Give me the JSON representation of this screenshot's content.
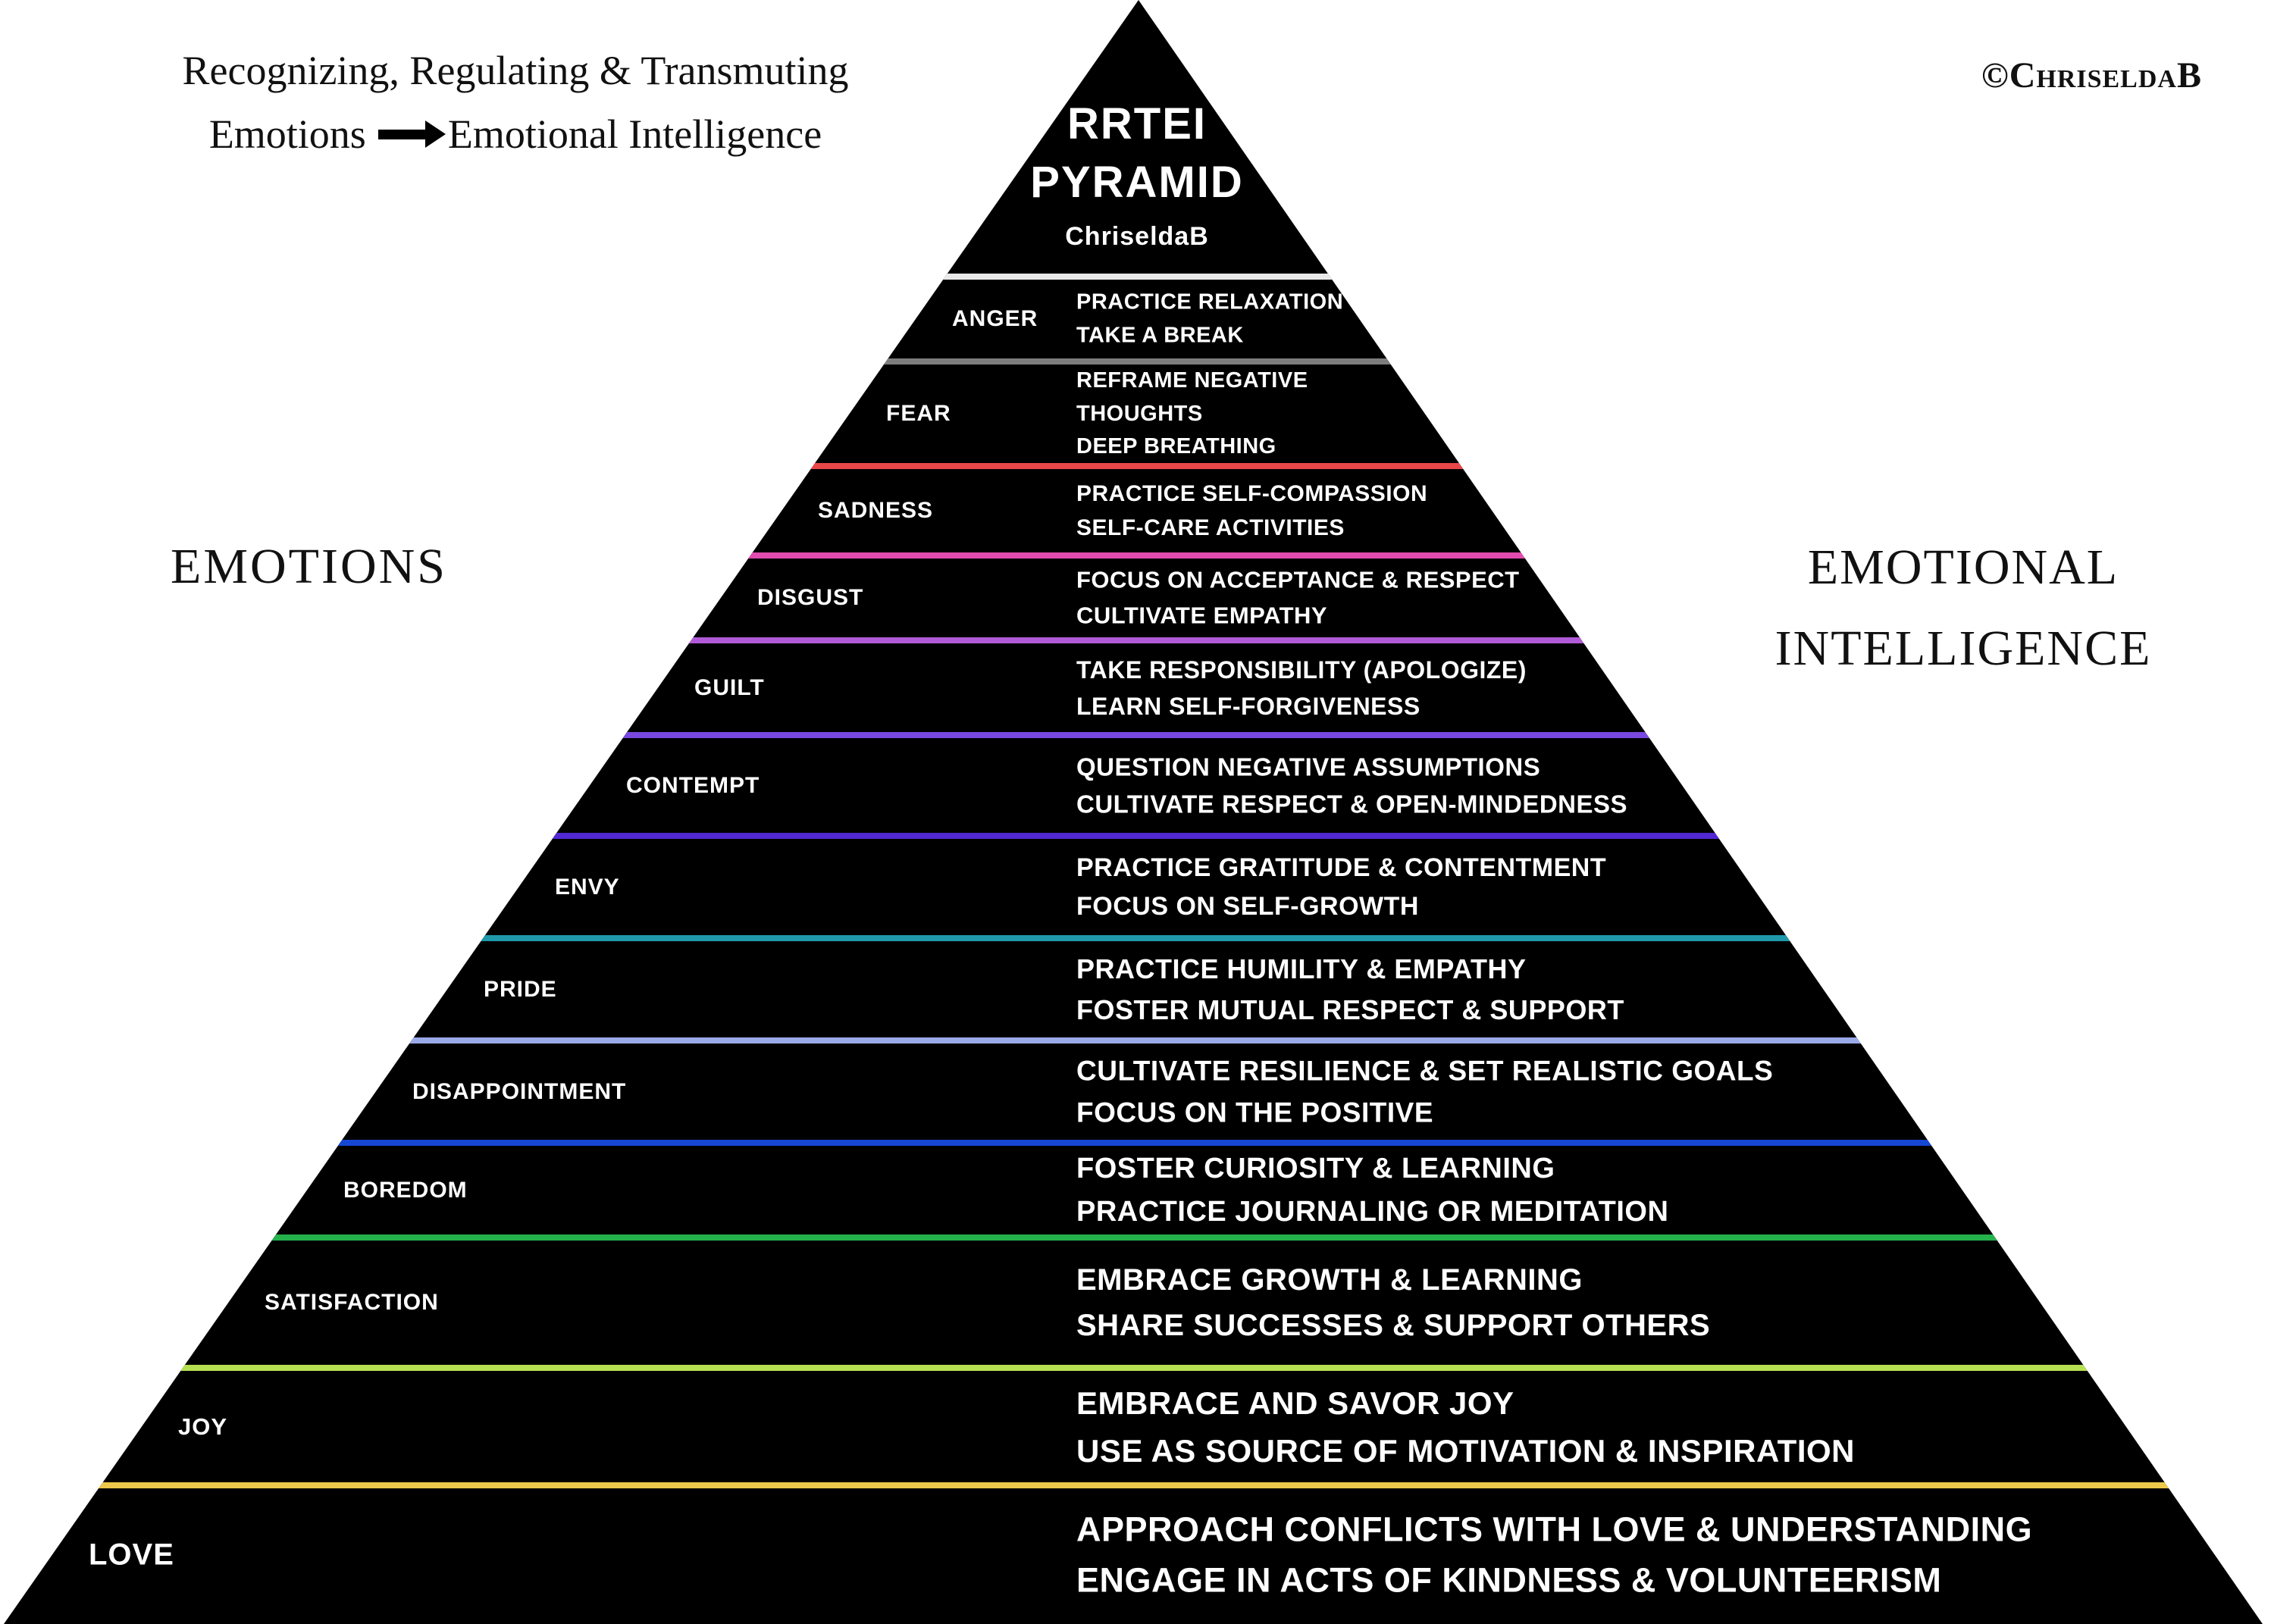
{
  "page": {
    "background": "#ffffff",
    "top_left_heading": {
      "line1": "Recognizing, Regulating & Transmuting",
      "line2_prefix": "Emotions",
      "arrow_icon": "right-arrow",
      "line2_suffix": "Emotional Intelligence"
    },
    "copyright": "©ChriseldaB",
    "left_axis_label": "EMOTIONS",
    "right_axis_label": {
      "line1": "EMOTIONAL",
      "line2": "INTELLIGENCE"
    }
  },
  "pyramid": {
    "fill": "#000000",
    "text_color": "#ffffff",
    "title": {
      "line1": "RRTEI",
      "line2": "PYRAMID",
      "byline": "ChriseldaB"
    },
    "levels": [
      {
        "emotion": "ANGER",
        "divider_top_color": "#e9e9e9",
        "strategies": [
          "PRACTICE RELAXATION",
          "TAKE A BREAK"
        ]
      },
      {
        "emotion": "FEAR",
        "divider_top_color": "#7d7d7d",
        "strategies": [
          "REFRAME NEGATIVE",
          "THOUGHTS",
          "DEEP BREATHING"
        ]
      },
      {
        "emotion": "SADNESS",
        "divider_top_color": "#e8474a",
        "strategies": [
          "PRACTICE SELF-COMPASSION",
          "SELF-CARE ACTIVITIES"
        ]
      },
      {
        "emotion": "DISGUST",
        "divider_top_color": "#e24caf",
        "strategies": [
          "FOCUS ON ACCEPTANCE & RESPECT",
          "CULTIVATE EMPATHY"
        ]
      },
      {
        "emotion": "GUILT",
        "divider_top_color": "#b15ad8",
        "strategies": [
          "TAKE RESPONSIBILITY (APOLOGIZE)",
          "LEARN SELF-FORGIVENESS"
        ]
      },
      {
        "emotion": "CONTEMPT",
        "divider_top_color": "#7848e0",
        "strategies": [
          "QUESTION NEGATIVE ASSUMPTIONS",
          "CULTIVATE RESPECT & OPEN-MINDEDNESS"
        ]
      },
      {
        "emotion": "ENVY",
        "divider_top_color": "#5128d2",
        "strategies": [
          "PRACTICE GRATITUDE & CONTENTMENT",
          "FOCUS ON SELF-GROWTH"
        ]
      },
      {
        "emotion": "PRIDE",
        "divider_top_color": "#1e98aa",
        "strategies": [
          "PRACTICE HUMILITY & EMPATHY",
          "FOSTER MUTUAL RESPECT & SUPPORT"
        ]
      },
      {
        "emotion": "DISAPPOINTMENT",
        "divider_top_color": "#9aa9e8",
        "strategies": [
          "CULTIVATE RESILIENCE & SET REALISTIC GOALS",
          "FOCUS ON THE POSITIVE"
        ]
      },
      {
        "emotion": "BOREDOM",
        "divider_top_color": "#1646d4",
        "strategies": [
          "FOSTER CURIOSITY & LEARNING",
          "PRACTICE JOURNALING OR MEDITATION"
        ]
      },
      {
        "emotion": "SATISFACTION",
        "divider_top_color": "#25b14b",
        "strategies": [
          "EMBRACE GROWTH & LEARNING",
          "SHARE SUCCESSES & SUPPORT OTHERS"
        ]
      },
      {
        "emotion": "JOY",
        "divider_top_color": "#b6e052",
        "strategies": [
          "EMBRACE AND SAVOR JOY",
          "USE AS SOURCE OF MOTIVATION & INSPIRATION"
        ]
      },
      {
        "emotion": "LOVE",
        "divider_top_color": "#ecc94b",
        "strategies": [
          "APPROACH CONFLICTS WITH LOVE & UNDERSTANDING",
          "ENGAGE IN ACTS OF KINDNESS & VOLUNTEERISM"
        ]
      }
    ]
  }
}
